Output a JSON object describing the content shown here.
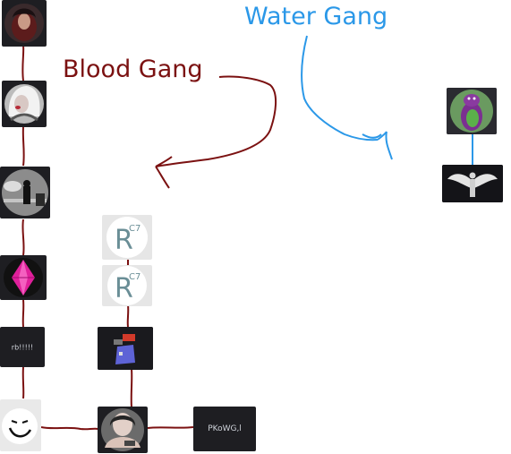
{
  "labels": {
    "blood": "Blood Gang",
    "water": "Water Gang"
  },
  "colors": {
    "blood": "#7b1111",
    "water": "#2b98e8",
    "r_letter": "#6a8e96"
  },
  "nodes": {
    "blood_col1": [
      {
        "id": "girl-red-hood",
        "icon": "avatar-girl-icon"
      },
      {
        "id": "girl-black-white",
        "icon": "avatar-girl-icon"
      },
      {
        "id": "dark-figure",
        "icon": "avatar-figure-icon"
      },
      {
        "id": "pink-gem",
        "icon": "gem-icon"
      },
      {
        "id": "rb",
        "text": "rb!!!!!"
      },
      {
        "id": "smiley",
        "icon": "smiley-icon"
      }
    ],
    "blood_col2": [
      {
        "id": "r-c7-top",
        "letter": "R",
        "sup": "C7"
      },
      {
        "id": "r-c7-bottom",
        "letter": "R",
        "sup": "C7"
      },
      {
        "id": "pixel-character",
        "icon": "pixel-character-icon"
      },
      {
        "id": "girl-bottom",
        "icon": "avatar-girl-icon"
      }
    ],
    "pkowg": {
      "text": "PKoWG,l"
    },
    "water": [
      {
        "id": "barney",
        "icon": "dinosaur-icon"
      },
      {
        "id": "angel",
        "icon": "angel-icon"
      }
    ]
  }
}
